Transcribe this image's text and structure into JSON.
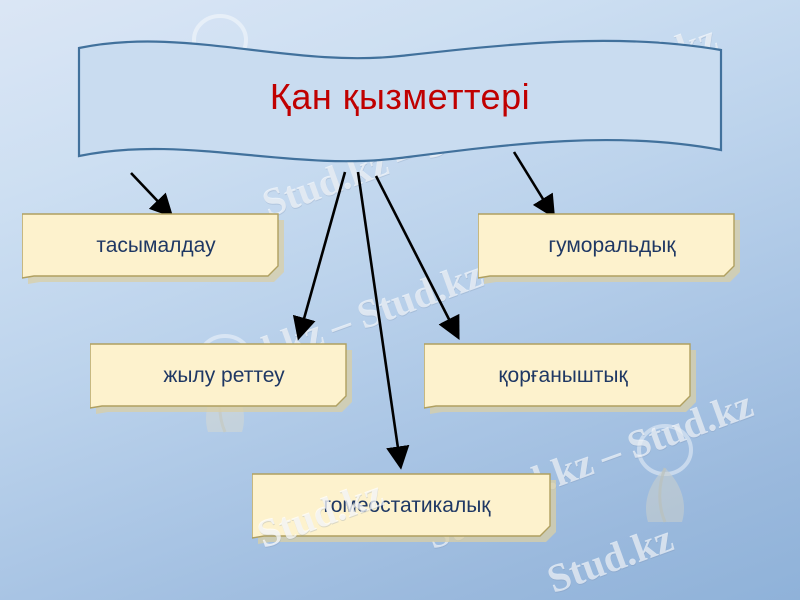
{
  "slide": {
    "title": "Қан   қызметтері",
    "title_color": "#c00000",
    "background_colors": [
      "#dbe6f5",
      "#8fb2d9"
    ],
    "box_fill": "#fdf2cd",
    "box_border": "#b0a060",
    "box_text_color": "#1f3864",
    "banner_fill": "#c9dcf0",
    "banner_border": "#41719c",
    "arrow_color": "#000000"
  },
  "nodes": [
    {
      "id": "tasymaldau",
      "label": "тасымалдау"
    },
    {
      "id": "gumoral",
      "label": "гуморальдық"
    },
    {
      "id": "zhylu",
      "label": "жылу реттеу"
    },
    {
      "id": "korganysh",
      "label": "қорғаныштық"
    },
    {
      "id": "gomeo",
      "label": "гомеостатикалық"
    }
  ],
  "watermarks": [
    {
      "text": "Stud.kz – Stud.kz"
    },
    {
      "text": "– Stud.kz"
    },
    {
      "text": "Stud.kz – Stud.kz"
    },
    {
      "text": "Stud.kz – Stud.kz"
    },
    {
      "text": "Stud.kz"
    },
    {
      "text": "Stud.kz"
    },
    {
      "text": "Stud.kz"
    }
  ],
  "diagram_data": {
    "type": "hierarchy",
    "root": "Қан   қызметтері",
    "children": [
      "тасымалдау",
      "жылу реттеу",
      "гомеостатикалық",
      "қорғаныштық",
      "гуморальдық"
    ],
    "edges": [
      {
        "from": "Қан   қызметтері",
        "to": "тасымалдау"
      },
      {
        "from": "Қан   қызметтері",
        "to": "жылу реттеу"
      },
      {
        "from": "Қан   қызметтері",
        "to": "гомеостатикалық"
      },
      {
        "from": "Қан   қызметтері",
        "to": "қорғаныштық"
      },
      {
        "from": "Қан   қызметтері",
        "to": "гуморальдық"
      }
    ]
  }
}
